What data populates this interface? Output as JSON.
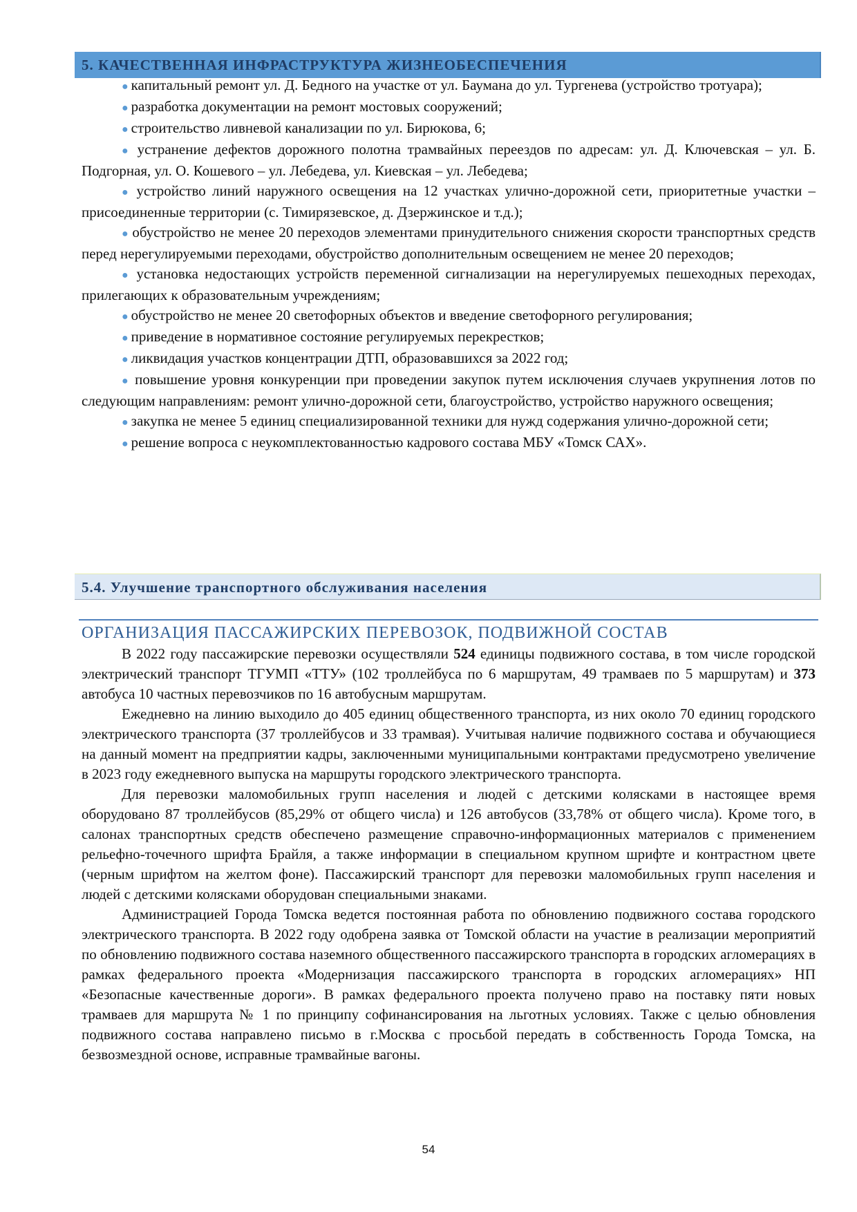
{
  "section_title": "5. КАЧЕСТВЕННАЯ ИНФРАСТРУКТУРА ЖИЗНЕОБЕСПЕЧЕНИЯ",
  "bullets": [
    "капитальный ремонт ул. Д. Бедного на участке от ул. Баумана до ул. Тургенева (устройство тротуара);",
    "разработка документации на ремонт мостовых сооружений;",
    "строительство ливневой канализации по ул. Бирюкова, 6;",
    "устранение дефектов дорожного полотна трамвайных переездов по адресам: ул. Д. Ключевская – ул. Б. Подгорная, ул. О. Кошевого – ул. Лебедева, ул. Киевская – ул. Лебедева;",
    "устройство линий наружного освещения на 12 участках улично-дорожной сети, приоритетные участки – присоединенные территории (с. Тимирязевское, д. Дзержинское и т.д.);",
    "обустройство не менее 20 переходов элементами принудительного снижения скорости транспортных средств перед нерегулируемыми переходами, обустройство дополнительным освещением не менее 20 переходов;",
    "установка недостающих устройств переменной сигнализации на нерегулируемых пешеходных переходах, прилегающих к образовательным учреждениям;",
    "обустройство не менее 20 светофорных объектов и введение светофорного регулирования;",
    "приведение в нормативное состояние регулируемых перекрестков;",
    "ликвидация участков концентрации ДТП, образовавшихся за 2022 год;",
    "повышение уровня конкуренции при проведении закупок путем исключения случаев укрупнения лотов по следующим направлениям: ремонт улично-дорожной сети, благоустройство, устройство наружного освещения;",
    "закупка не менее 5 единиц специализированной техники для нужд содержания улично-дорожной сети;",
    "решение вопроса с неукомплектованностью кадрового состава МБУ «Томск САХ»."
  ],
  "subsection_title": "5.4. Улучшение транспортного обслуживания населения",
  "heading": "ОРГАНИЗАЦИЯ ПАССАЖИРСКИХ ПЕРЕВОЗОК, ПОДВИЖНОЙ СОСТАВ",
  "p1": {
    "a": "В 2022 году пассажирские перевозки осуществляли ",
    "b": "524",
    "c": " единицы подвижного состава, в том числе городской электрический транспорт ТГУМП «ТТУ» (102 троллейбуса по 6 маршрутам, 49 трамваев по 5 маршрутам) и ",
    "d": "373",
    "e": " автобуса 10 частных перевозчиков по 16 автобусным маршрутам."
  },
  "p2": "Ежедневно на линию выходило до 405 единиц общественного транспорта, из них около 70 единиц городского электрического транспорта (37 троллейбусов и 33 трамвая). Учитывая наличие подвижного состава и обучающиеся на данный момент на предприятии кадры, заключенными муниципальными контрактами предусмотрено увеличение в 2023 году ежедневного выпуска на маршруты городского электрического транспорта.",
  "p3": "Для перевозки маломобильных групп населения и людей с детскими колясками в настоящее время оборудовано 87 троллейбусов (85,29% от общего числа) и 126 автобусов (33,78% от общего числа). Кроме того, в салонах транспортных средств обеспечено размещение справочно-информационных материалов с применением рельефно-точечного шрифта Брайля, а также информации в специальном крупном шрифте и контрастном цвете (черным шрифтом на желтом фоне). Пассажирский транспорт для перевозки маломобильных групп населения и людей с детскими колясками оборудован специальными знаками.",
  "p4": "Администрацией Города Томска ведется постоянная работа по обновлению подвижного состава городского электрического транспорта. В 2022 году одобрена заявка от Томской области на участие в реализации мероприятий по обновлению подвижного состава наземного общественного пассажирского транспорта в городских агломерациях в рамках федерального проекта «Модернизация пассажирского транспорта в городских агломерациях» НП «Безопасные качественные дороги». В рамках федерального проекта получено право на поставку пяти новых трамваев для маршрута № 1 по принципу софинансирования на льготных условиях. Также с целью обновления подвижного состава направлено письмо в г.Москва с просьбой передать в собственность Города Томска, на безвозмездной основе, исправные трамвайные вагоны.",
  "page_number": "54"
}
